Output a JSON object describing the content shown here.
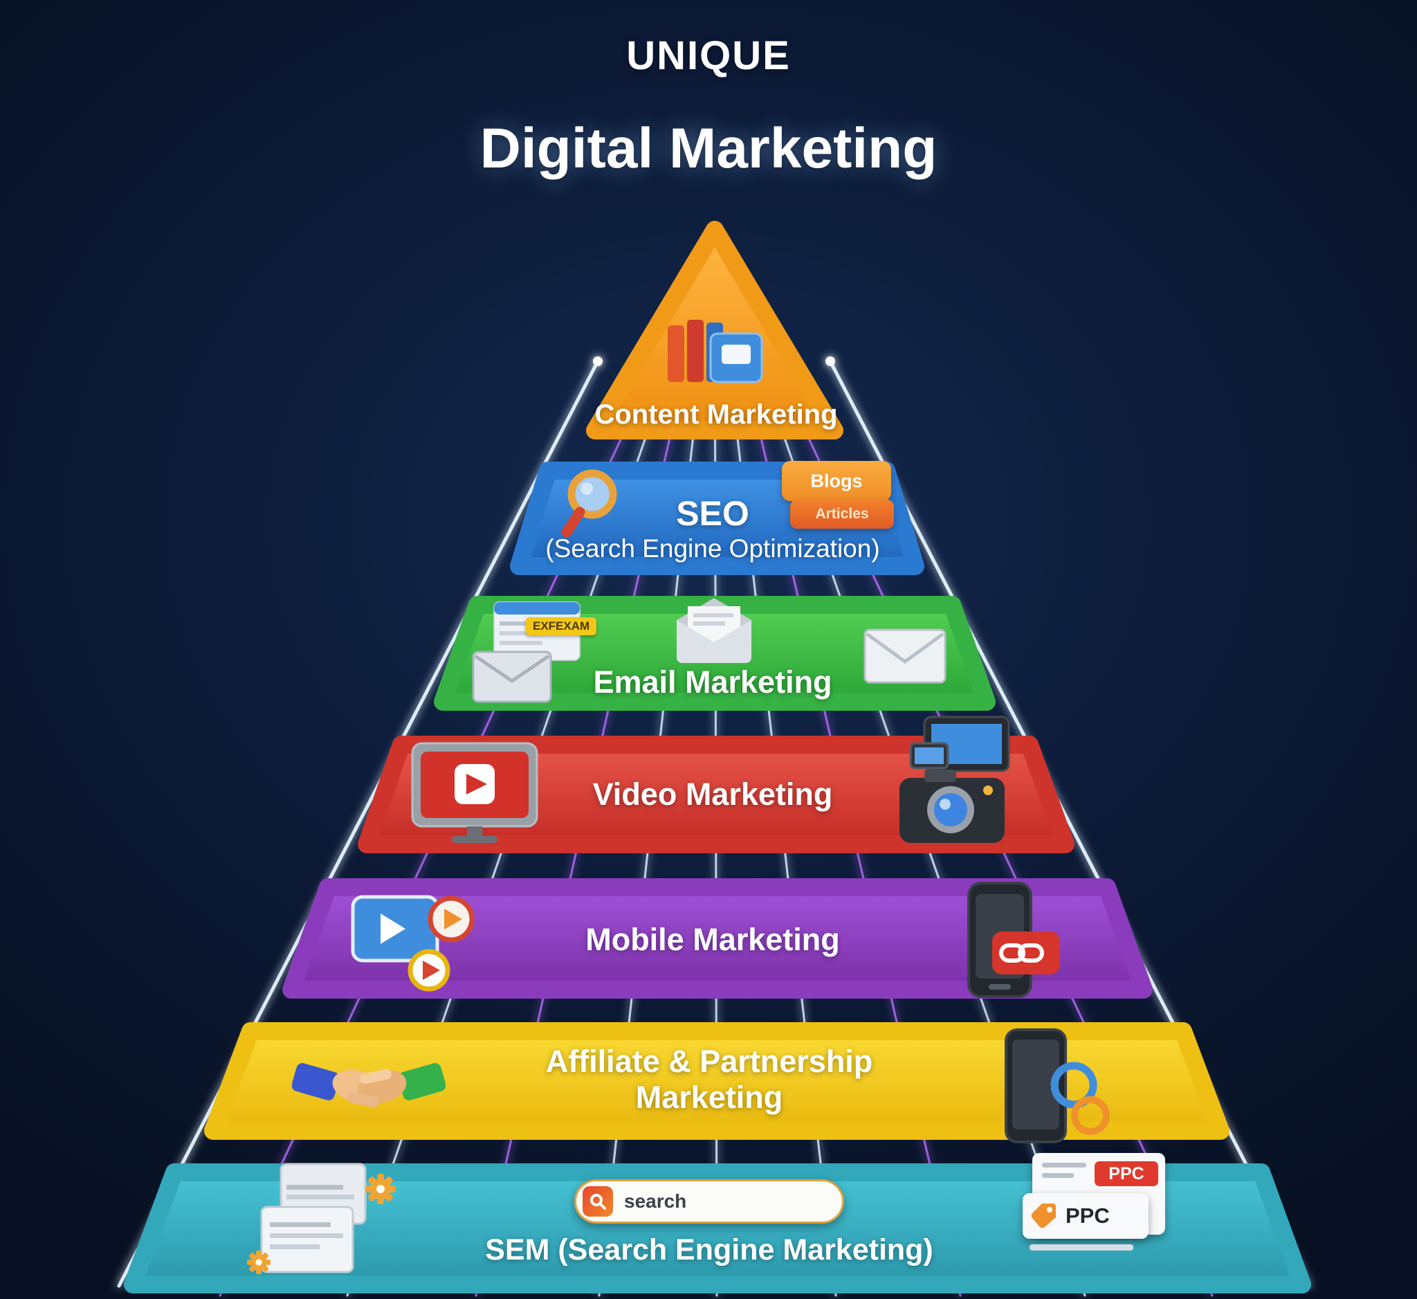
{
  "header": {
    "brand": "UNIQUE",
    "title": "Digital Marketing"
  },
  "levels": {
    "content": {
      "label": "Content Marketing",
      "color": "#f59e1b"
    },
    "seo": {
      "label": "SEO",
      "sublabel": "(Search Engine Optimization)",
      "color": "#2e7fd6"
    },
    "email": {
      "label": "Email Marketing",
      "color": "#3cba49"
    },
    "video": {
      "label": "Video Marketing",
      "color": "#d93a33"
    },
    "mobile": {
      "label": "Mobile Marketing",
      "color": "#8d3fc0"
    },
    "affiliate": {
      "label": "Affiliate & Partnership",
      "label2": "Marketing",
      "color": "#f2c71a"
    },
    "sem": {
      "label": "SEM (Search Engine Marketing)",
      "color": "#35adc0"
    }
  },
  "chips": {
    "blogs": "Blogs",
    "articles": "Articles",
    "email_tag": "EXFEXAM",
    "search": "search",
    "ppc_top": "PPC",
    "ppc_bottom": "PPC"
  },
  "neon": {
    "line_white": "#d8ecff",
    "line_purple": "#b06cf2"
  }
}
